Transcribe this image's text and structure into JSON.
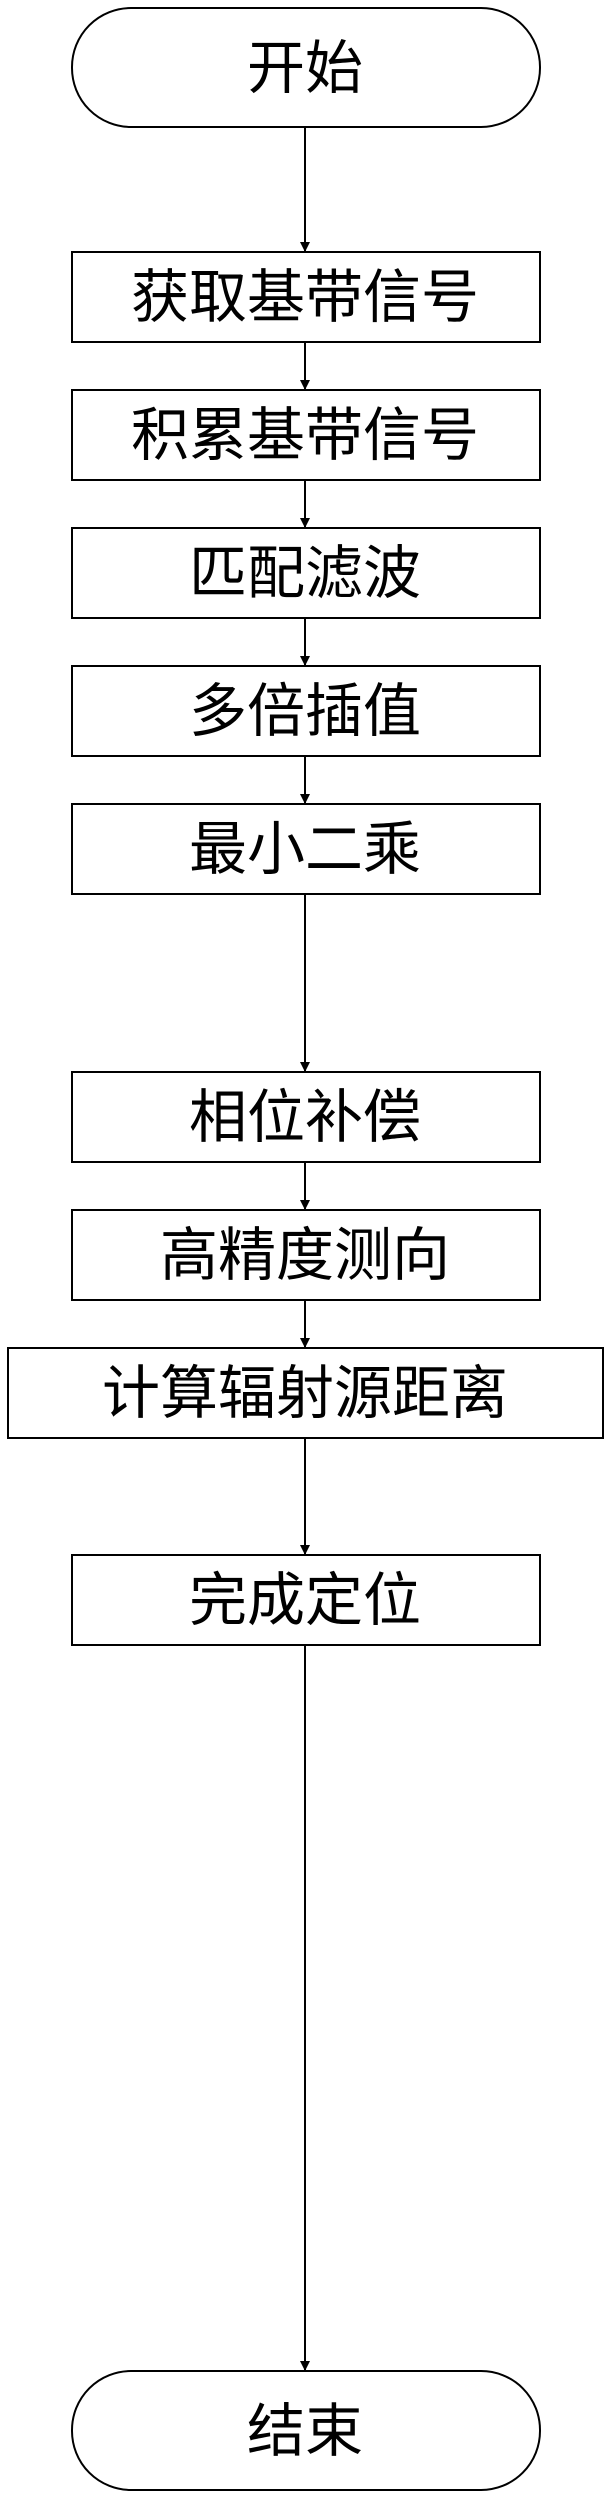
{
  "flowchart": {
    "start": "开始",
    "steps": [
      "获取基带信号",
      "积累基带信号",
      "匹配滤波",
      "多倍插值",
      "最小二乘",
      "相位补偿",
      "高精度测向",
      "计算辐射源距离",
      "完成定位"
    ],
    "end": "结束"
  },
  "colors": {
    "stroke": "#000000",
    "fill": "#ffffff",
    "text": "#000000"
  }
}
